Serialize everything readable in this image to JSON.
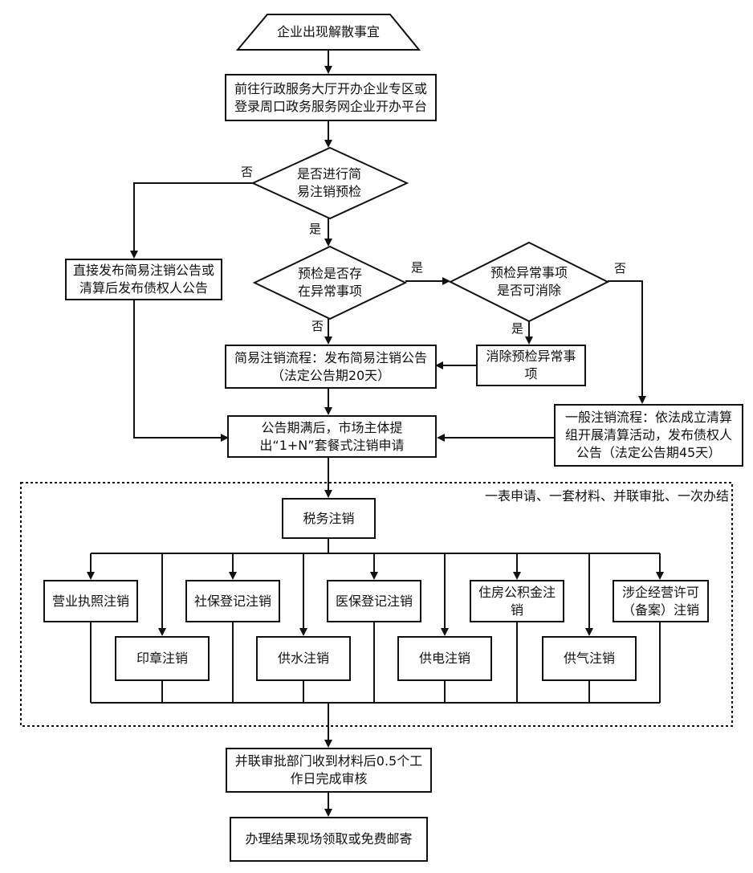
{
  "nodes": {
    "start": "企业出现解散事宜",
    "hall_line1": "前往行政服务大厅开办企业专区或",
    "hall_line2": "登录周口政务服务网企业开办平台",
    "q_simple_line1": "是否进行简",
    "q_simple_line2": "易注销预检",
    "direct_line1": "直接发布简易注销公告或",
    "direct_line2": "清算后发布债权人公告",
    "q_abnormal_line1": "预检是否存",
    "q_abnormal_line2": "在异常事项",
    "q_remove_line1": "预检异常事项",
    "q_remove_line2": "是否可消除",
    "simple_flow_line1": "简易注销流程：发布简易注销公告",
    "simple_flow_line2": "（法定公告期20天）",
    "remove_abnormal": "消除预检异常事项",
    "general_line1": "一般注销流程：依法成立清算",
    "general_line2": "组开展清算活动，发布债权人",
    "general_line3": "公告（法定公告期45天）",
    "apply_line1": "公告期满后，市场主体提",
    "apply_line2": "出“1+N”套餐式注销申请",
    "slogan": "一表申请、一套材料、并联审批、一次办结",
    "tax": "税务注销",
    "biz_license": "营业执照注销",
    "seal": "印章注销",
    "social": "社保登记注销",
    "water": "供水注销",
    "medical": "医保登记注销",
    "power": "供电注销",
    "housing": "住房公积金注销",
    "gas": "供气注销",
    "permit_line1": "涉企经营许可",
    "permit_line2": "（备案）注销",
    "review_line1": "并联审批部门收到材料后0.5个工",
    "review_line2": "作日完成审核",
    "result": "办理结果现场领取或免费邮寄"
  },
  "labels": {
    "no": "否",
    "yes": "是"
  }
}
